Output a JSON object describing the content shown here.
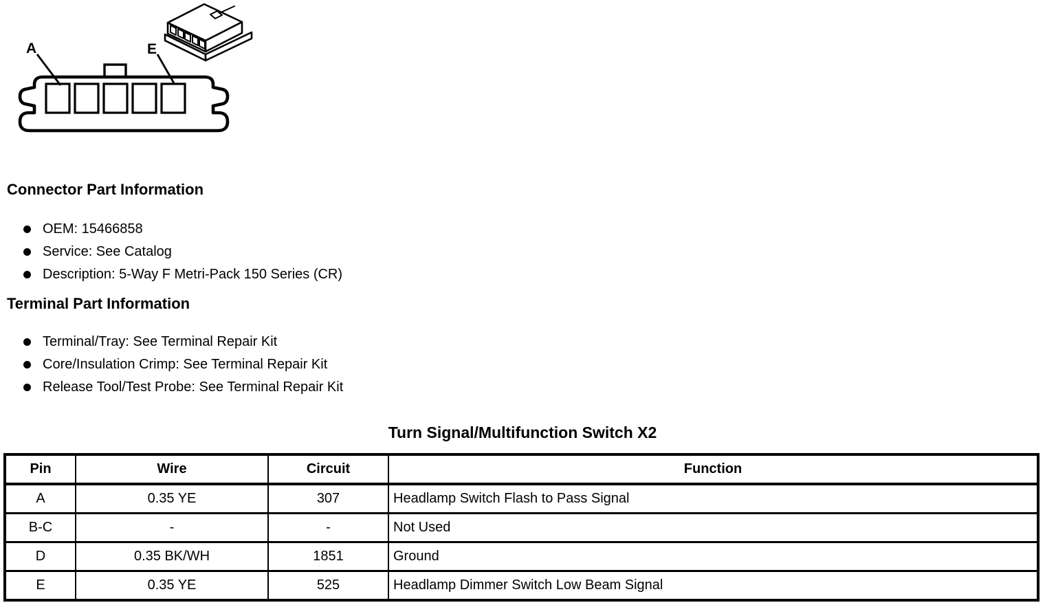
{
  "page": {
    "background": "#ffffff",
    "ink": "#000000"
  },
  "diagram": {
    "pin_label_a": "A",
    "pin_label_e": "E"
  },
  "connector_info": {
    "heading": "Connector Part Information",
    "items": [
      "OEM: 15466858",
      "Service: See Catalog",
      "Description: 5-Way F Metri-Pack 150 Series (CR)"
    ]
  },
  "terminal_info": {
    "heading": "Terminal Part Information",
    "items": [
      "Terminal/Tray: See Terminal Repair Kit",
      "Core/Insulation Crimp: See Terminal Repair Kit",
      "Release Tool/Test Probe: See Terminal Repair Kit"
    ]
  },
  "pinout_table": {
    "title": "Turn Signal/Multifunction Switch X2",
    "headers": [
      "Pin",
      "Wire",
      "Circuit",
      "Function"
    ],
    "rows": [
      [
        "A",
        "0.35 YE",
        "307",
        "Headlamp Switch Flash to Pass Signal"
      ],
      [
        "B-C",
        "-",
        "-",
        "Not Used"
      ],
      [
        "D",
        "0.35 BK/WH",
        "1851",
        "Ground"
      ],
      [
        "E",
        "0.35 YE",
        "525",
        "Headlamp Dimmer Switch Low Beam Signal"
      ]
    ]
  }
}
